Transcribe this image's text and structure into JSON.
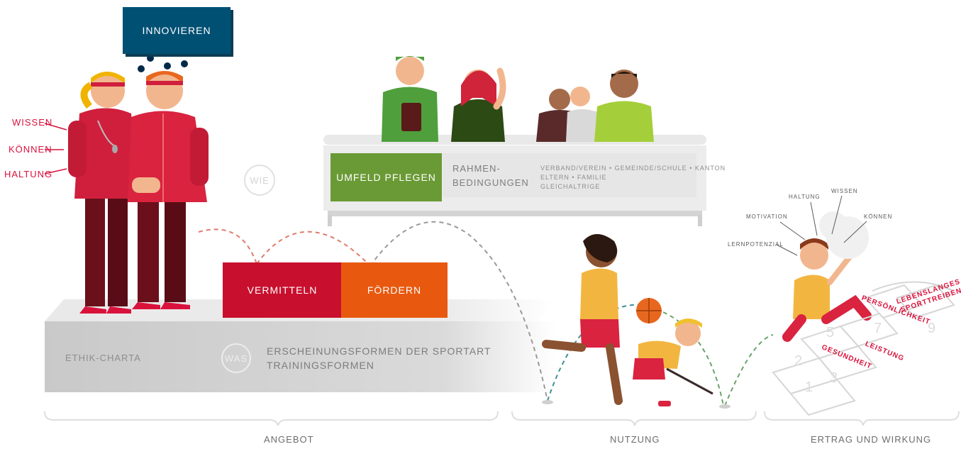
{
  "thought_bubble": {
    "label": "INNOVIEREN"
  },
  "coach_skills": [
    "WISSEN",
    "KÖNNEN",
    "HALTUNG"
  ],
  "wie_label": "WIE",
  "was_label": "WAS",
  "actions": {
    "vermitteln": "VERMITTELN",
    "foerdern": "FÖRDERN"
  },
  "platform": {
    "ethik": "ETHIK-CHARTA",
    "erscheinungsformen": "ERSCHEINUNGSFORMEN DER SPORTART",
    "trainingsformen": "TRAININGSFORMEN"
  },
  "umfeld": {
    "button": "UMFELD PFLEGEN",
    "rahmen_line1": "RAHMEN-",
    "rahmen_line2": "BEDINGUNGEN",
    "detail_line1": "VERBAND/VEREIN • GEMEINDE/SCHULE • KANTON",
    "detail_line2": "ELTERN • FAMILIE",
    "detail_line3": "GLEICHALTRIGE"
  },
  "learner_labels": {
    "haltung": "HALTUNG",
    "wissen": "WISSEN",
    "motivation": "MOTIVATION",
    "koennen": "KÖNNEN",
    "lernpotenzial": "LERNPOTENZIAL"
  },
  "hopscotch": {
    "lebenslanges": "LEBENSLANGES",
    "sporttreiben": "SPORTTREIBEN",
    "persoenlichkeit": "PERSÖNLICHKEIT",
    "leistung": "LEISTUNG",
    "gesundheit": "GESUNDHEIT",
    "numbers": [
      "1",
      "2",
      "3",
      "5",
      "7",
      "9"
    ]
  },
  "sections": {
    "angebot": "ANGEBOT",
    "nutzung": "NUTZUNG",
    "ertrag": "ERTRAG UND WIRKUNG"
  },
  "colors": {
    "navy": "#005074",
    "red": "#c8102e",
    "orange": "#e8590f",
    "green": "#6a9a35",
    "gray": "#d9d9d9"
  }
}
